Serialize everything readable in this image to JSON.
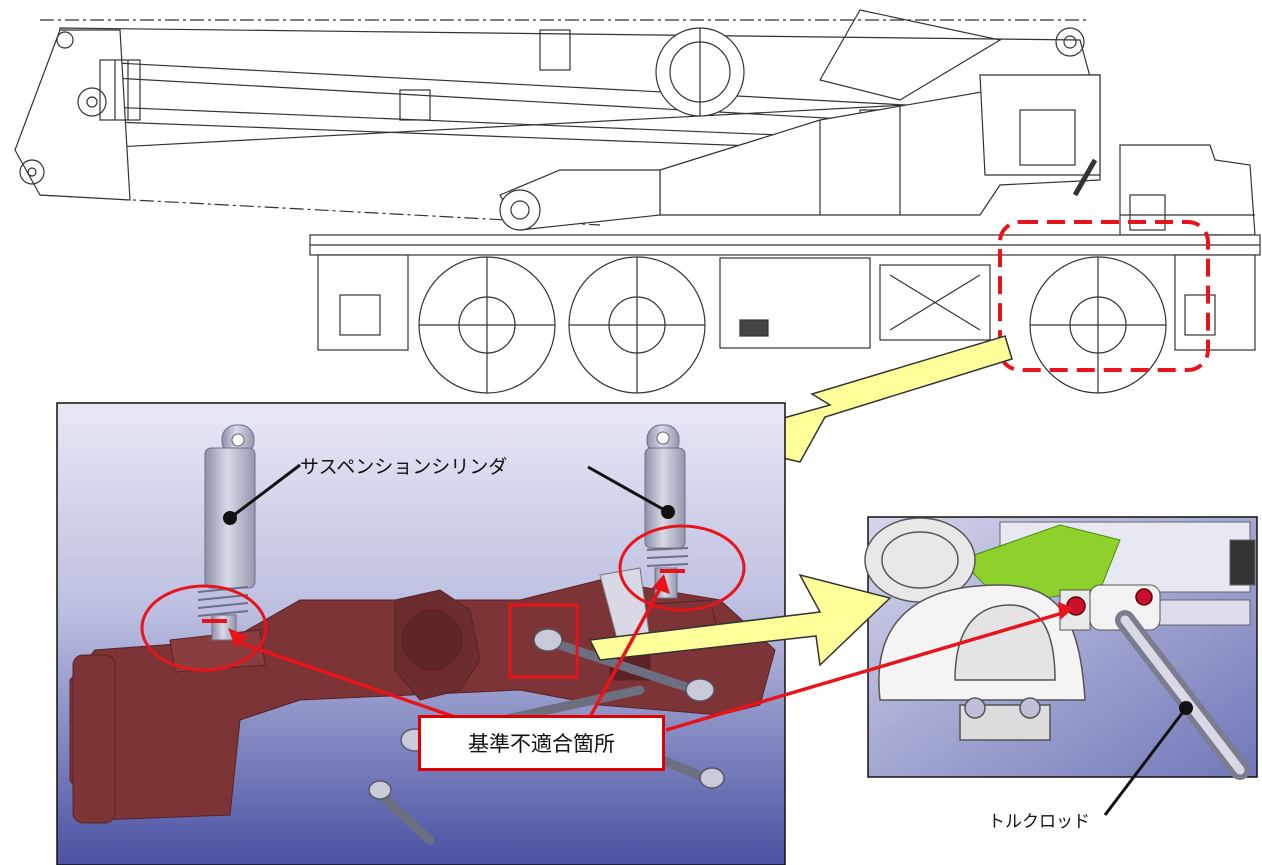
{
  "labels": {
    "suspension_cylinder": "サスペンションシリンダ",
    "nonconforming_location": "基準不適合箇所",
    "torque_rod": "トルクロッド"
  },
  "colors": {
    "axle": "#7c3436",
    "callout_red": "#e8141c",
    "arrow_fill": "#ffff99",
    "cylinder": "#b9bccd",
    "render_bg_top": "#e6e6f4",
    "render_bg_bottom": "#4f56a7"
  }
}
